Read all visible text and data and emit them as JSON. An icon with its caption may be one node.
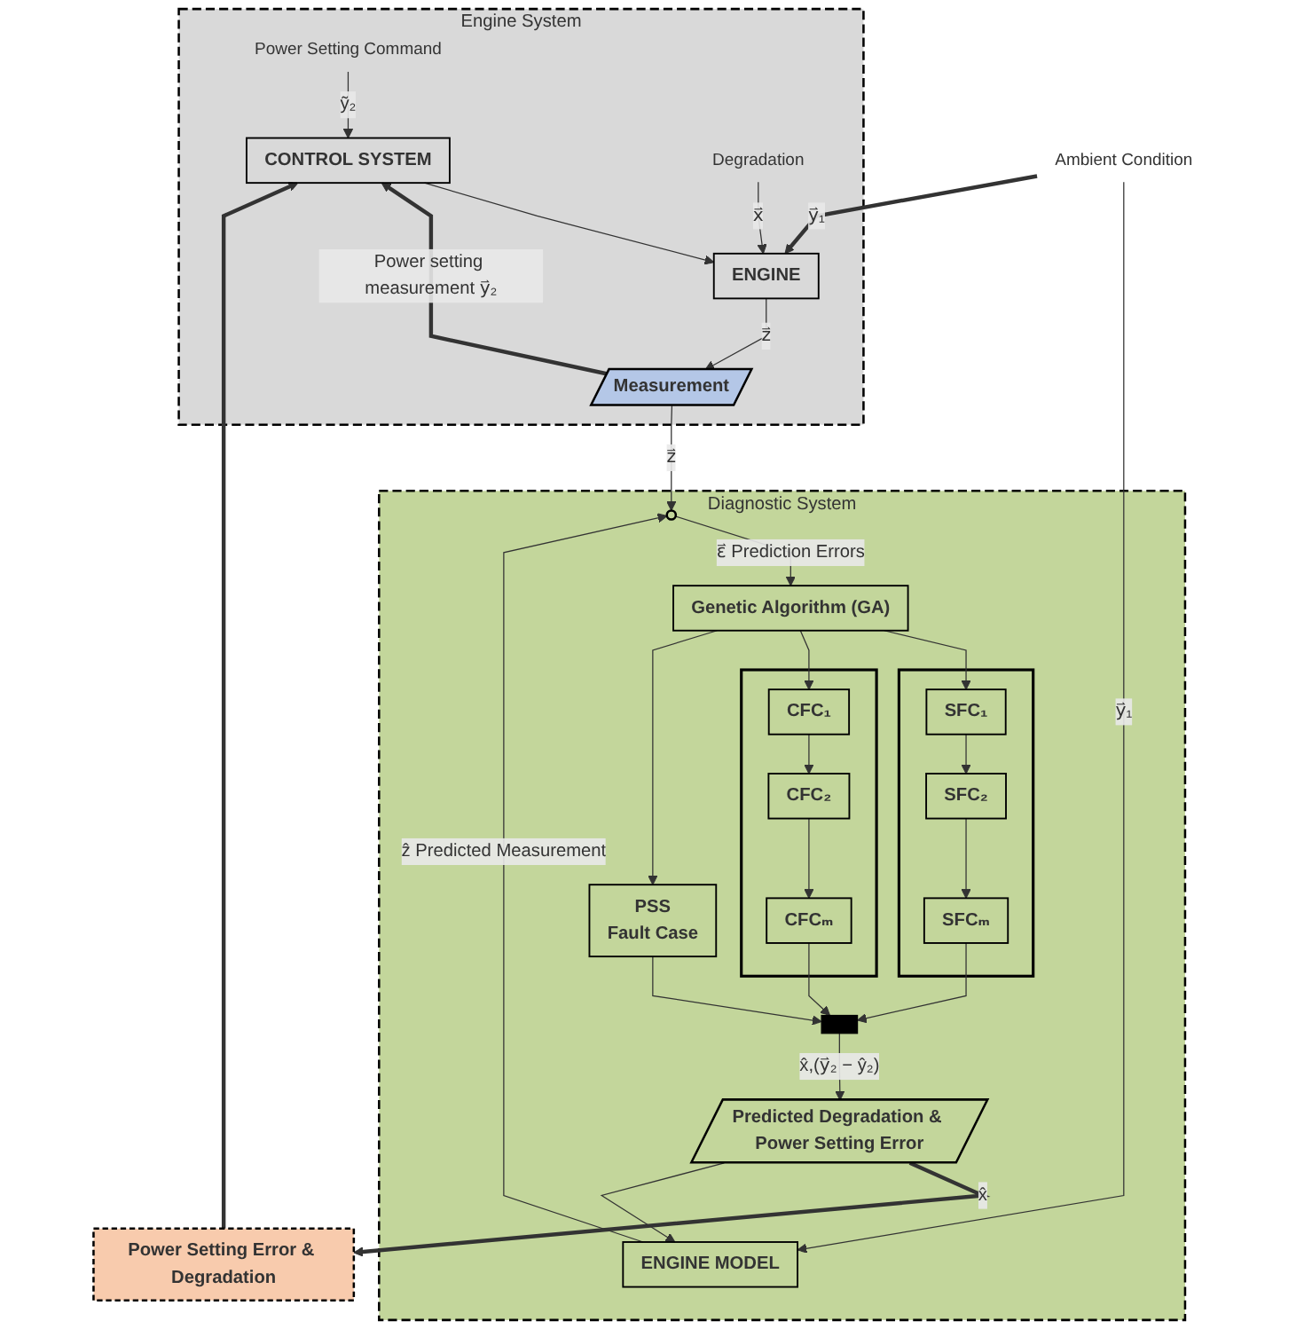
{
  "diagram": {
    "nodes": [
      {
        "text": [
          "Engine System"
        ]
      },
      {
        "text": [
          "Power Setting Command"
        ],
        "in": 0
      },
      {
        "text": [
          "CONTROL SYSTEM"
        ],
        "in": 0
      },
      {
        "text": [
          "Degradation"
        ],
        "in": 0
      },
      {
        "text": [
          "ENGINE"
        ],
        "in": 0
      },
      {
        "text": [
          "Measurement"
        ],
        "in": 0
      },
      {
        "text": [
          "Power Setting Error & Degradation"
        ]
      },
      {
        "text": [
          "Ambient Condition"
        ]
      },
      {
        "text": [
          "Diagnostic System"
        ]
      },
      {
        "text": [
          "Predicted Degradation & Power Setting Error"
        ],
        "in": 8
      },
      {
        "text": [
          "ENGINE MODEL"
        ],
        "in": 8
      },
      {
        "text": [],
        "shape": "circle",
        "in": 8
      },
      {
        "text": [
          "Genetic Algorithm (GA)"
        ],
        "in": 8
      },
      {
        "text": [],
        "shape": "box",
        "in": 8
      },
      {
        "text": [
          "SFC₁"
        ],
        "in": 13
      },
      {
        "text": [
          "SFC₂"
        ],
        "in": 13
      },
      {
        "text": [
          "SFCₘ"
        ],
        "in": 13
      },
      {
        "text": [],
        "shape": "box",
        "in": 8
      },
      {
        "text": [
          "CFC₁"
        ],
        "in": 17
      },
      {
        "text": [
          "CFC₂"
        ],
        "in": 17
      },
      {
        "text": [
          "CFCₘ"
        ],
        "in": 17
      },
      {
        "text": [
          "PSS",
          "Fault Case"
        ],
        "in": 8
      },
      {
        "text": [],
        "shape": "bar",
        "in": 8
      }
    ],
    "edges": [
      {
        "from": 1,
        "to": 2,
        "arrow": "to",
        "label": "ỹ₂"
      },
      {
        "from": 5,
        "to": 2,
        "arrow": "to",
        "label": "Power setting measurement y⃑₂",
        "style": "thick"
      },
      {
        "from": 3,
        "to": 4,
        "arrow": "to",
        "label": "x⃑"
      },
      {
        "from": 2,
        "to": 4,
        "arrow": "to"
      },
      {
        "from": 4,
        "to": 5,
        "arrow": "to",
        "label": "z⃑"
      },
      {
        "from": 6,
        "to": 2,
        "arrow": "to",
        "style": "thick"
      },
      {
        "from": 7,
        "to": 4,
        "arrow": "to",
        "label": "y⃑₁",
        "style": "thick"
      },
      {
        "from": 9,
        "to": 6,
        "arrow": "to",
        "label": "x̂",
        "style": "thick"
      },
      {
        "from": 7,
        "to": 10,
        "arrow": "to",
        "label": "y⃑₁"
      },
      {
        "from": 9,
        "to": 10,
        "arrow": "to"
      },
      {
        "from": 10,
        "to": 11,
        "arrow": "to",
        "label": "ẑ Predicted Measurement"
      },
      {
        "from": 5,
        "to": 11,
        "arrow": "to",
        "label": "z⃑"
      },
      {
        "from": 11,
        "to": 12,
        "arrow": "to",
        "label": "ε⃑ Prediction Errors"
      },
      {
        "from": 12,
        "to": 14,
        "arrow": "to"
      },
      {
        "from": 12,
        "to": 18,
        "arrow": "to"
      },
      {
        "from": 12,
        "to": 21,
        "arrow": "to"
      },
      {
        "from": 14,
        "to": 15,
        "arrow": "to"
      },
      {
        "from": 15,
        "to": 16,
        "arrow": "to"
      },
      {
        "from": 18,
        "to": 19,
        "arrow": "to"
      },
      {
        "from": 19,
        "to": 20,
        "arrow": "to"
      },
      {
        "from": 16,
        "to": 22,
        "arrow": "to"
      },
      {
        "from": 20,
        "to": 22,
        "arrow": "to"
      },
      {
        "from": 21,
        "to": 22,
        "arrow": "to"
      },
      {
        "from": 22,
        "to": 9,
        "arrow": "to",
        "label": "x̂,(y⃑₂ − ŷ₂)"
      }
    ]
  }
}
